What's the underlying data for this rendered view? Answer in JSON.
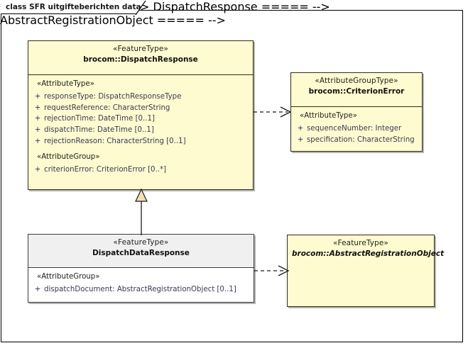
{
  "diagram": {
    "title": "class SFR uitgifteberichten data",
    "colors": {
      "class_fill_yellow": "#fdfbcf",
      "class_fill_white": "#ffffff",
      "header_gray": "#f0f0f0",
      "border": "#2e2e1e",
      "generalization_fill": "#f5ddb3",
      "text": "#111111",
      "attribute_text": "#3a3a55",
      "visibility_marker": "#2b2b6b"
    }
  },
  "classes": [
    {
      "id": "dispatch-response",
      "stereotype": "«FeatureType»",
      "name": "brocom::DispatchResponse",
      "abstract": false,
      "fill": "yellow",
      "compartments": [
        {
          "stereotype": "«AttributeType»",
          "attributes": [
            {
              "visibility": "+",
              "text": "responseType: DispatchResponseType"
            },
            {
              "visibility": "+",
              "text": "requestReference: CharacterString"
            },
            {
              "visibility": "+",
              "text": "rejectionTime: DateTime [0..1]"
            },
            {
              "visibility": "+",
              "text": "dispatchTime: DateTime [0..1]"
            },
            {
              "visibility": "+",
              "text": "rejectionReason: CharacterString [0..1]"
            }
          ]
        },
        {
          "stereotype": "«AttributeGroup»",
          "attributes": [
            {
              "visibility": "+",
              "text": "criterionError: CriterionError [0..*]"
            }
          ]
        }
      ]
    },
    {
      "id": "criterion-error",
      "stereotype": "«AttributeGroupType»",
      "name": "brocom::CriterionError",
      "abstract": false,
      "fill": "yellow",
      "compartments": [
        {
          "stereotype": "«AttributeType»",
          "attributes": [
            {
              "visibility": "+",
              "text": "sequenceNumber: Integer"
            },
            {
              "visibility": "+",
              "text": "specification: CharacterString"
            }
          ]
        }
      ]
    },
    {
      "id": "dispatch-data-response",
      "stereotype": "«FeatureType»",
      "name": "DispatchDataResponse",
      "abstract": false,
      "fill": "white",
      "compartments": [
        {
          "stereotype": "«AttributeGroup»",
          "attributes": [
            {
              "visibility": "+",
              "text": "dispatchDocument: AbstractRegistrationObject [0..1]"
            }
          ]
        }
      ]
    },
    {
      "id": "abstract-registration-object",
      "stereotype": "«FeatureType»",
      "name": "brocom::AbstractRegistrationObject",
      "abstract": true,
      "fill": "yellow",
      "compartments": []
    }
  ],
  "connectors": [
    {
      "id": "dep-dispatchresponse-criterionerror",
      "type": "dependency",
      "style": "dashed-open-arrow",
      "from": "dispatch-response",
      "to": "criterion-error"
    },
    {
      "id": "gen-dispatchdataresponse-dispatchresponse",
      "type": "generalization",
      "style": "solid-hollow-triangle",
      "from": "dispatch-data-response",
      "to": "dispatch-response"
    },
    {
      "id": "dep-dispatchdataresponse-abstractregistrationobject",
      "type": "dependency",
      "style": "dashed-open-arrow",
      "from": "dispatch-data-response",
      "to": "abstract-registration-object"
    }
  ]
}
